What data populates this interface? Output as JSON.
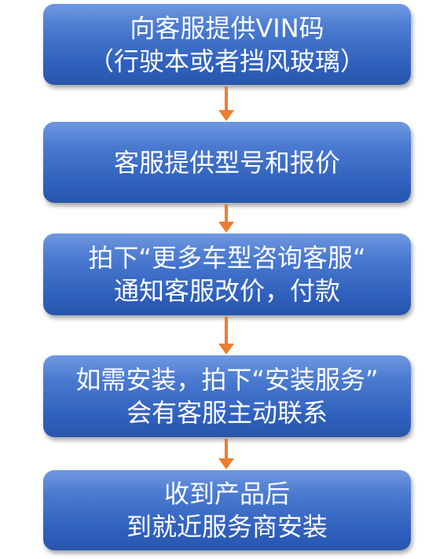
{
  "flowchart": {
    "steps": [
      {
        "line1": "向客服提供VIN码",
        "line2": "（行驶本或者挡风玻璃）"
      },
      {
        "line1": "客服提供型号和报价",
        "line2": ""
      },
      {
        "line1": "拍下“更多车型咨询客服“",
        "line2": "通知客服改价，付款"
      },
      {
        "line1": "如需安装，拍下“安装服务”",
        "line2": "会有客服主动联系"
      },
      {
        "line1": "收到产品后",
        "line2": "到就近服务商安装"
      }
    ],
    "colors": {
      "box_fill": "#4a7ad0",
      "box_text": "#ffffff",
      "arrow": "#ed7d31"
    }
  }
}
